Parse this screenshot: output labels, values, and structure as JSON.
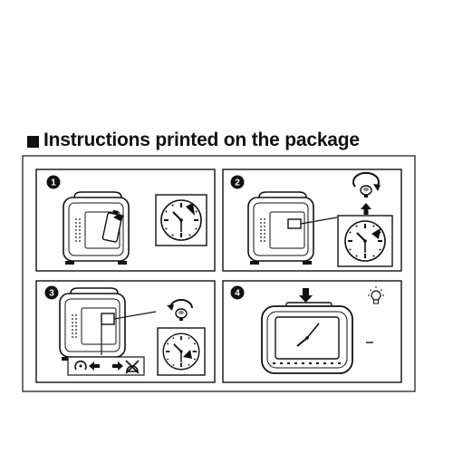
{
  "heading": "Instructions printed on the package",
  "steps": [
    {
      "number": "1"
    },
    {
      "number": "2"
    },
    {
      "number": "3"
    },
    {
      "number": "4"
    }
  ],
  "icons": {
    "step1": [
      "alarm-clock-back-icon",
      "battery-icon",
      "clock-face-icon"
    ],
    "step2": [
      "alarm-clock-back-icon",
      "rotate-arrow-icon",
      "knob-icon",
      "up-arrow-icon",
      "clock-face-icon"
    ],
    "step3": [
      "alarm-clock-back-icon",
      "rotate-arrow-icon",
      "knob-icon",
      "clock-face-icon",
      "alarm-set-symbol-icon",
      "arrow-left-icon",
      "arrow-right-icon",
      "alarm-off-symbol-icon"
    ],
    "step4": [
      "alarm-clock-front-icon",
      "down-arrow-icon",
      "light-bulb-icon"
    ]
  }
}
